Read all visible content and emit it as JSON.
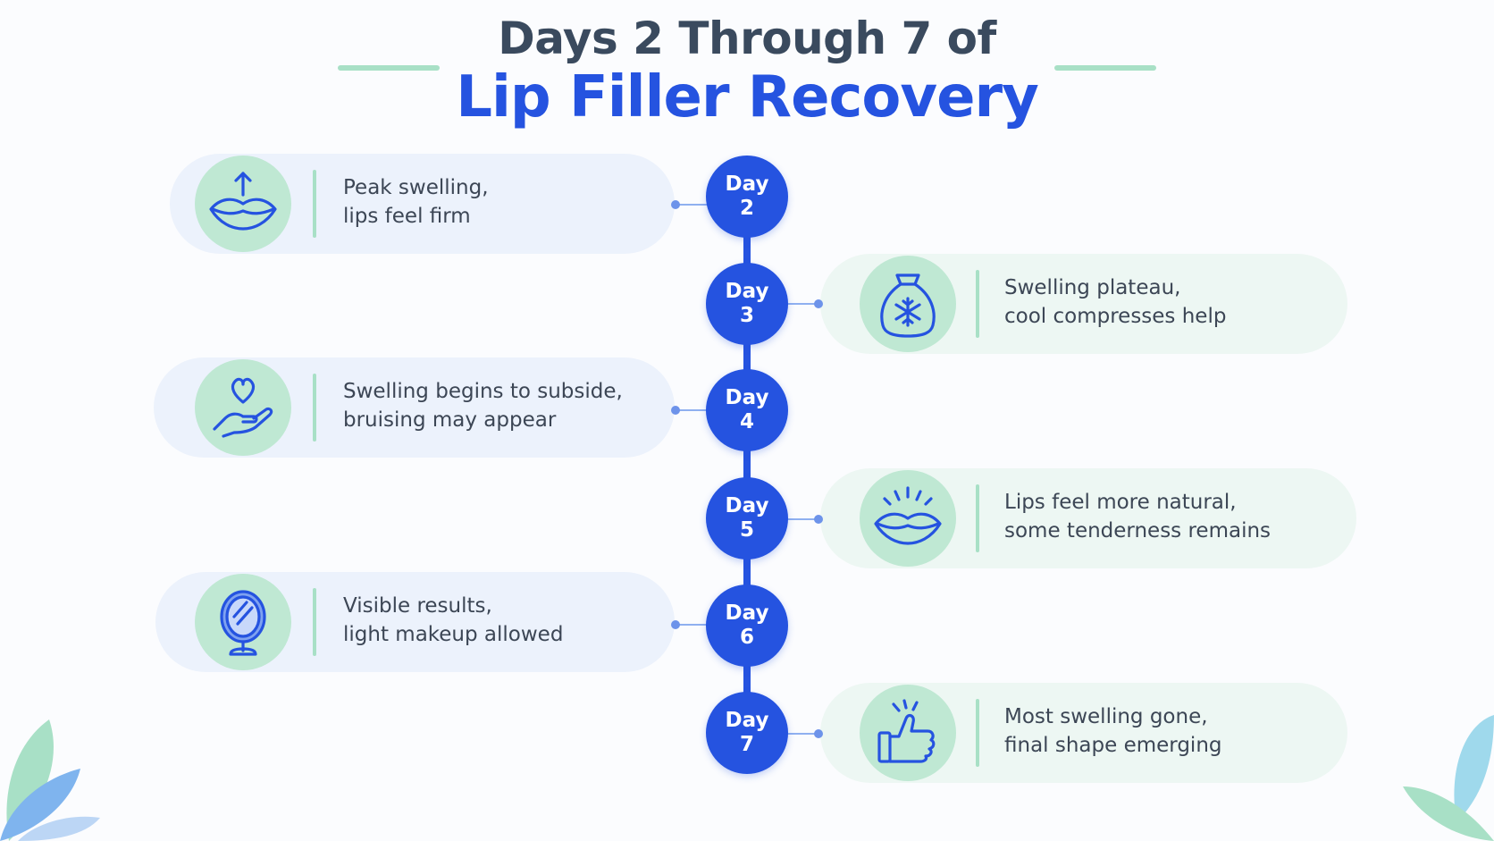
{
  "title": {
    "line1": "Days 2 Through 7 of",
    "line2": "Lip Filler Recovery"
  },
  "colors": {
    "accent_blue": "#2553e0",
    "title_gray": "#3a4a5e",
    "mint": "#bfe8d3",
    "card_blue": "#ecf2fc",
    "card_green": "#edf7f3"
  },
  "timeline": [
    {
      "day_word": "Day",
      "day_num": "2",
      "side": "left",
      "icon": "lips-up-arrow-icon",
      "line1": "Peak swelling,",
      "line2": "lips feel firm"
    },
    {
      "day_word": "Day",
      "day_num": "3",
      "side": "right",
      "icon": "ice-pack-snowflake-icon",
      "line1": "Swelling plateau,",
      "line2": "cool compresses help"
    },
    {
      "day_word": "Day",
      "day_num": "4",
      "side": "left",
      "icon": "heart-hand-icon",
      "line1": "Swelling begins to subside,",
      "line2": "bruising may appear"
    },
    {
      "day_word": "Day",
      "day_num": "5",
      "side": "right",
      "icon": "lips-sparkle-icon",
      "line1": "Lips feel more natural,",
      "line2": "some tenderness remains"
    },
    {
      "day_word": "Day",
      "day_num": "6",
      "side": "left",
      "icon": "mirror-icon",
      "line1": "Visible results,",
      "line2": "light makeup allowed"
    },
    {
      "day_word": "Day",
      "day_num": "7",
      "side": "right",
      "icon": "thumbs-up-icon",
      "line1": "Most swelling gone,",
      "line2": "final shape emerging"
    }
  ]
}
